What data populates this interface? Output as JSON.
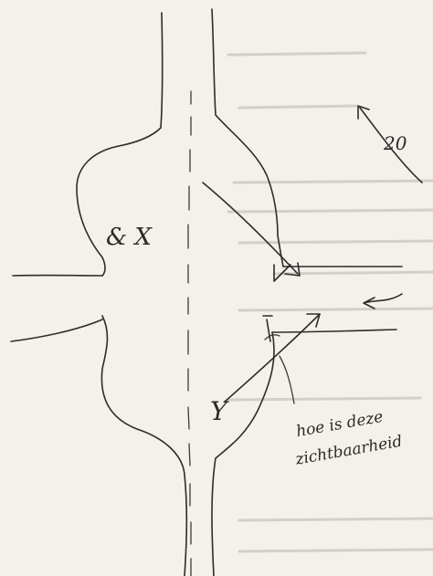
{
  "sketch": {
    "marks": {
      "left_letters": "& X",
      "lower_letter": "Y",
      "arrow_number": "20"
    },
    "note": {
      "line1": "hoe is deze",
      "line2": "zichtbaarheid"
    },
    "colors": {
      "paper": "#f4f1ea",
      "ink": "#2c2c2c",
      "bleed_through": "#b9b4aa"
    }
  }
}
